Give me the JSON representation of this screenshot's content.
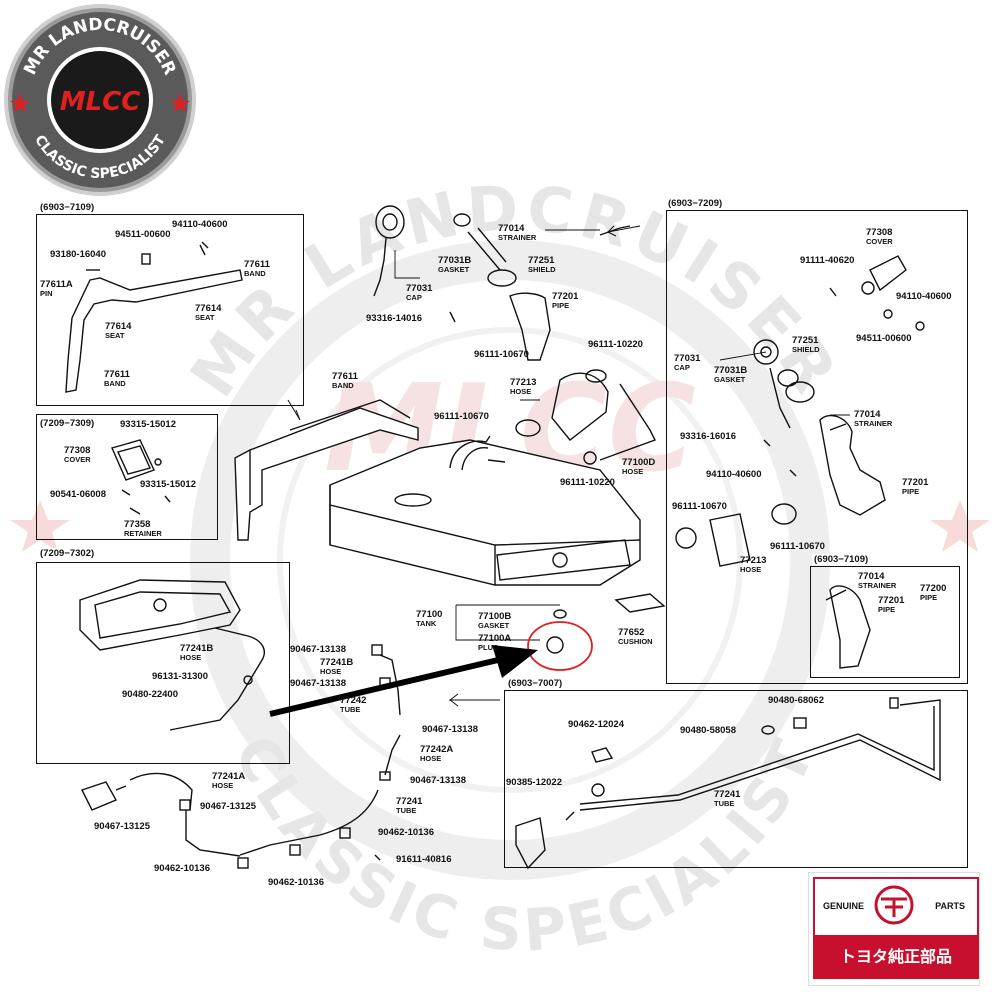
{
  "logo": {
    "line_top": "MR LANDCRUISER",
    "line_bottom": "CLASSIC SPECIALIST",
    "mark": "MLCC"
  },
  "watermark": {
    "arc_top": "MR LANDCRUISER",
    "arc_bottom": "CLASSIC SPECIALIST"
  },
  "genuine_badge": {
    "left": "GENUINE",
    "right": "PARTS",
    "japanese": "トヨタ純正部品"
  },
  "boxes": {
    "top_left": "(6903−7109)",
    "mid_left": "(7209−7309)",
    "lower_left": "(7209−7302)",
    "top_right": "(6903−7209)",
    "right_inner": "(6903−7109)",
    "bottom_right": "(6903−7007)"
  },
  "highlight": {
    "color": "#e02020",
    "arrow_color": "#000000"
  },
  "parts": [
    {
      "id": "p1",
      "number": "94110-40600",
      "desc": ""
    },
    {
      "id": "p2",
      "number": "94511-00600",
      "desc": ""
    },
    {
      "id": "p3",
      "number": "93180-16040",
      "desc": ""
    },
    {
      "id": "p4",
      "number": "77611",
      "desc": "BAND"
    },
    {
      "id": "p5",
      "number": "77611A",
      "desc": "PIN"
    },
    {
      "id": "p6",
      "number": "77614",
      "desc": "SEAT"
    },
    {
      "id": "p7",
      "number": "77614",
      "desc": "SEAT"
    },
    {
      "id": "p8",
      "number": "77611",
      "desc": "BAND"
    },
    {
      "id": "p9",
      "number": "77014",
      "desc": "STRAINER"
    },
    {
      "id": "p10",
      "number": "77031B",
      "desc": "GASKET"
    },
    {
      "id": "p11",
      "number": "77251",
      "desc": "SHIELD"
    },
    {
      "id": "p12",
      "number": "77031",
      "desc": "CAP"
    },
    {
      "id": "p13",
      "number": "77201",
      "desc": "PIPE"
    },
    {
      "id": "p14",
      "number": "93316-14016",
      "desc": ""
    },
    {
      "id": "p15",
      "number": "96111-10670",
      "desc": ""
    },
    {
      "id": "p16",
      "number": "96111-10220",
      "desc": ""
    },
    {
      "id": "p17",
      "number": "77213",
      "desc": "HOSE"
    },
    {
      "id": "p18",
      "number": "77611",
      "desc": "BAND"
    },
    {
      "id": "p19",
      "number": "96111-10670",
      "desc": ""
    },
    {
      "id": "p20",
      "number": "77100D",
      "desc": "HOSE"
    },
    {
      "id": "p21",
      "number": "96111-10220",
      "desc": ""
    },
    {
      "id": "p22",
      "number": "93315-15012",
      "desc": ""
    },
    {
      "id": "p23",
      "number": "77308",
      "desc": "COVER"
    },
    {
      "id": "p24",
      "number": "90541-06008",
      "desc": ""
    },
    {
      "id": "p25",
      "number": "93315-15012",
      "desc": ""
    },
    {
      "id": "p26",
      "number": "77358",
      "desc": "RETAINER"
    },
    {
      "id": "p27",
      "number": "77241B",
      "desc": "HOSE"
    },
    {
      "id": "p28",
      "number": "96131-31300",
      "desc": ""
    },
    {
      "id": "p29",
      "number": "90480-22400",
      "desc": ""
    },
    {
      "id": "p30",
      "number": "77100",
      "desc": "TANK"
    },
    {
      "id": "p31",
      "number": "77100B",
      "desc": "GASKET"
    },
    {
      "id": "p32",
      "number": "77100A",
      "desc": "PLUG"
    },
    {
      "id": "p33",
      "number": "77652",
      "desc": "CUSHION"
    },
    {
      "id": "p34",
      "number": "90467-13138",
      "desc": ""
    },
    {
      "id": "p35",
      "number": "77241B",
      "desc": "HOSE"
    },
    {
      "id": "p36",
      "number": "90467-13138",
      "desc": ""
    },
    {
      "id": "p37",
      "number": "77242",
      "desc": "TUBE"
    },
    {
      "id": "p38",
      "number": "90467-13138",
      "desc": ""
    },
    {
      "id": "p39",
      "number": "77242A",
      "desc": "HOSE"
    },
    {
      "id": "p40",
      "number": "90467-13138",
      "desc": ""
    },
    {
      "id": "p41",
      "number": "77241A",
      "desc": "HOSE"
    },
    {
      "id": "p42",
      "number": "90467-13125",
      "desc": ""
    },
    {
      "id": "p43",
      "number": "90467-13125",
      "desc": ""
    },
    {
      "id": "p44",
      "number": "77241",
      "desc": "TUBE"
    },
    {
      "id": "p45",
      "number": "90462-10136",
      "desc": ""
    },
    {
      "id": "p46",
      "number": "91611-40816",
      "desc": ""
    },
    {
      "id": "p47",
      "number": "90462-10136",
      "desc": ""
    },
    {
      "id": "p48",
      "number": "90462-10136",
      "desc": ""
    },
    {
      "id": "p49",
      "number": "77308",
      "desc": "COVER"
    },
    {
      "id": "p50",
      "number": "91111-40620",
      "desc": ""
    },
    {
      "id": "p51",
      "number": "94110-40600",
      "desc": ""
    },
    {
      "id": "p52",
      "number": "94511-00600",
      "desc": ""
    },
    {
      "id": "p53",
      "number": "77031",
      "desc": "CAP"
    },
    {
      "id": "p54",
      "number": "77031B",
      "desc": "GASKET"
    },
    {
      "id": "p55",
      "number": "77251",
      "desc": "SHIELD"
    },
    {
      "id": "p56",
      "number": "77014",
      "desc": "STRAINER"
    },
    {
      "id": "p57",
      "number": "93316-16016",
      "desc": ""
    },
    {
      "id": "p58",
      "number": "94110-40600",
      "desc": ""
    },
    {
      "id": "p59",
      "number": "77201",
      "desc": "PIPE"
    },
    {
      "id": "p60",
      "number": "96111-10670",
      "desc": ""
    },
    {
      "id": "p61",
      "number": "96111-10670",
      "desc": ""
    },
    {
      "id": "p62",
      "number": "77213",
      "desc": "HOSE"
    },
    {
      "id": "p63",
      "number": "77014",
      "desc": "STRAINER"
    },
    {
      "id": "p64",
      "number": "77200",
      "desc": "PIPE"
    },
    {
      "id": "p65",
      "number": "77201",
      "desc": "PIPE"
    },
    {
      "id": "p66",
      "number": "90480-68062",
      "desc": ""
    },
    {
      "id": "p67",
      "number": "90462-12024",
      "desc": ""
    },
    {
      "id": "p68",
      "number": "90480-58058",
      "desc": ""
    },
    {
      "id": "p69",
      "number": "90385-12022",
      "desc": ""
    },
    {
      "id": "p70",
      "number": "77241",
      "desc": "TUBE"
    }
  ]
}
